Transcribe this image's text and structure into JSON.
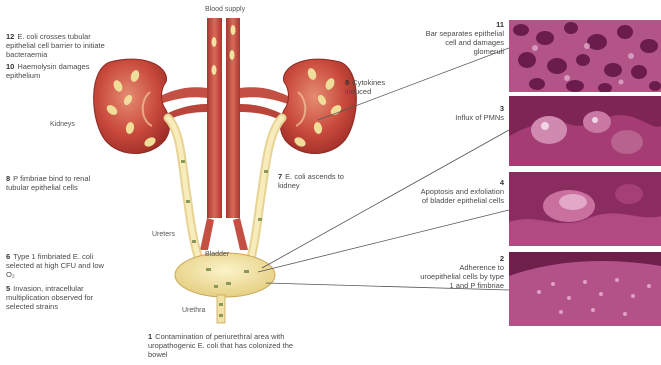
{
  "colors": {
    "kidney": "#c0443a",
    "kidney_light": "#e07a64",
    "vessel": "#c75046",
    "ureter": "#f2e2a6",
    "micro": "#a2386e",
    "line": "#555555"
  },
  "top": {
    "blood_supply": "Blood supply"
  },
  "left_labels": [
    {
      "num": "12",
      "text": "E. coli crosses tubular epithelial cell barrier to initiate bacteraemia"
    },
    {
      "num": "10",
      "text": "Haemolysin damages epithelium"
    },
    {
      "num": "8",
      "text": "P fimbriae bind to renal tubular epithelial cells"
    },
    {
      "num": "6",
      "text": "Type 1 fimbriated E. coli selected at high CFU and low O₂"
    },
    {
      "num": "5",
      "text": "Invasion, intracellular multiplication observed for selected strains"
    }
  ],
  "organ_labels": {
    "kidneys": "Kidneys",
    "ureters": "Ureters",
    "bladder": "Bladder",
    "urethra": "Urethra"
  },
  "center_labels": [
    {
      "num": "9",
      "text": "Cytokines induced"
    },
    {
      "num": "7",
      "text": "E. coli ascends to kidney"
    }
  ],
  "bottom_label": {
    "num": "1",
    "text": "Contamination of periurethral area with uropathogenic E. coli that has colonized the bowel"
  },
  "right_labels": [
    {
      "num": "11",
      "text": "Bar separates epithelial cell and damages glomeruli"
    },
    {
      "num": "3",
      "text": "Influx of PMNs"
    },
    {
      "num": "4",
      "text": "Apoptosis and exfoliation of bladder epithelial cells"
    },
    {
      "num": "2",
      "text": "Adherence to uroepithelial cells by type 1 and P fimbriae"
    }
  ],
  "micrographs": [
    {
      "name": "kidney-tissue-micrograph"
    },
    {
      "name": "pmn-influx-micrograph"
    },
    {
      "name": "exfoliation-micrograph"
    },
    {
      "name": "adherence-micrograph"
    }
  ]
}
